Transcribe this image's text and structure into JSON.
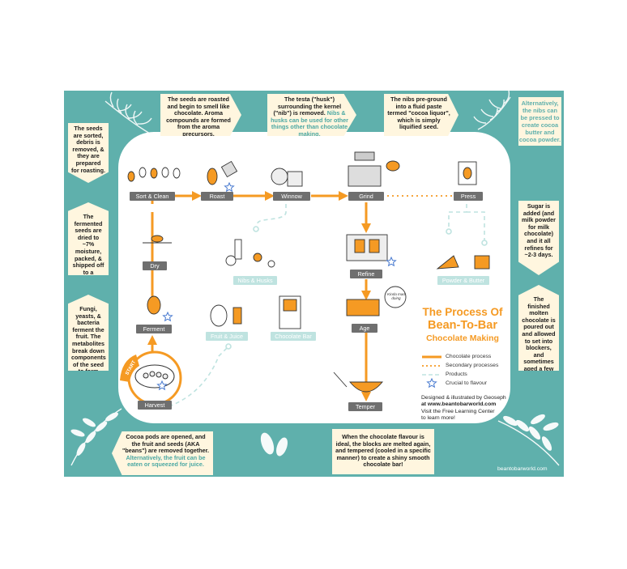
{
  "notes": {
    "sorted": "The seeds are sorted, debris is removed, & they are prepared for roasting.",
    "roasted": "The seeds are roasted and begin to smell like chocolate. Aroma compounds are formed from the aroma precursors.",
    "testa_main": "The testa (\"husk\") surrounding the kernel (\"nib\") is removed.",
    "testa_alt": "Nibs & husks can be used for other things other than chocolate making.",
    "nibs": "The nibs pre-ground into a fluid paste termed \"cocoa liquor\", which is simply liquified seed.",
    "pressed": "Alternatively, the nibs can be pressed to create cocoa butter and cocoa powder.",
    "dried": "The fermented seeds are dried to ~7% moisture, packed, & shipped off to a chocolate maker.",
    "sugar": "Sugar is added (and milk powder for milk chocolate) and it all refines for ~2-3 days.",
    "ferment": "Fungi, yeasts, & bacteria ferment the fruit. The metabolites break down components of the seed to form aroma precursors.",
    "molten": "The finished molten chocolate is poured out and allowed to set into blockers, and sometimes aged a few months.",
    "pods_main": "Cocoa pods are opened, and the fruit and seeds (AKA \"beans\") are removed together.",
    "pods_alt": "Alternatively, the fruit can be eaten or squeezed for juice.",
    "tempered": "When the chocolate flavour is ideal, the blocks are melted again, and tempered (cooled in a specific manner) to create a shiny smooth chocolate bar!"
  },
  "stages": {
    "sort": "Sort & Clean",
    "roast": "Roast",
    "winnow": "Winnow",
    "grind": "Grind",
    "press": "Press",
    "dry": "Dry",
    "nibs_husks": "Nibs & Husks",
    "refine": "Refine",
    "powder_butter": "Powder & Butter",
    "ferment": "Ferment",
    "fruit_juice": "Fruit & Juice",
    "chocolate_bar": "Chocolate Bar",
    "age": "Age",
    "harvest": "Harvest",
    "temper": "Temper",
    "start": "START"
  },
  "speech": "Kinda mad doing",
  "title": {
    "line1": "The Process Of",
    "line2": "Bean-To-Bar",
    "line3": "Chocolate Making"
  },
  "legend": {
    "process": "Chocolate process",
    "secondary": "Secondary processes",
    "products": "Products",
    "crucial": "Crucial to flavour"
  },
  "credit": {
    "line1": "Designed & illustrated by Geoseph",
    "line2": "at www.beantobarworld.com",
    "line3": "Visit the Free Learning Center",
    "line4": "to learn more!"
  },
  "footer": "beantobarworld.com",
  "colors": {
    "teal": "#5fb0ac",
    "orange": "#f59a23",
    "cream": "#fff6df",
    "label_gray": "#6f6f6f",
    "light_teal": "#bfe3e0"
  }
}
